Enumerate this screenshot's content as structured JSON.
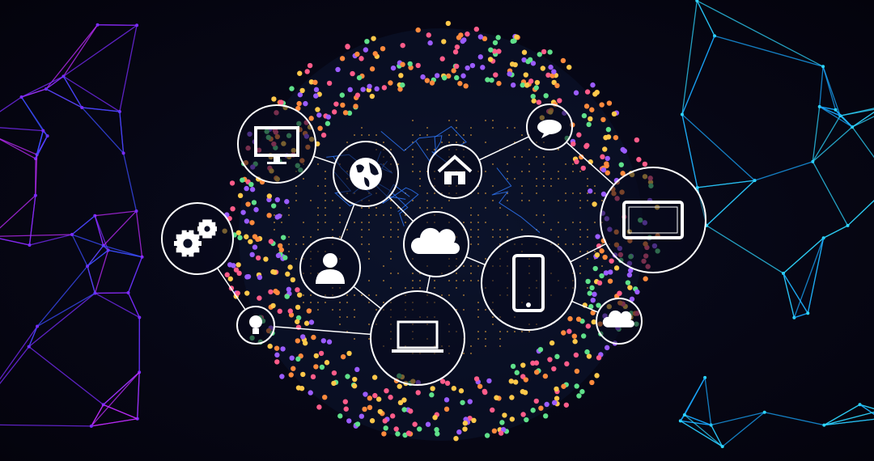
{
  "colors": {
    "background": "#05040f",
    "left_mesh": [
      "#7b2cff",
      "#3b4dff",
      "#c02cff"
    ],
    "right_mesh": [
      "#2fd6ff",
      "#1aa8ff"
    ],
    "node_outline": "#ffffff",
    "dots": [
      "#ff8a3d",
      "#5fe08a",
      "#9b5cff",
      "#ff5c8a",
      "#ffc84a"
    ],
    "map_lines": "#2f7bff",
    "grid_dots": "#ffb23d"
  },
  "nodes": [
    {
      "id": "monitor",
      "icon": "desktop-monitor-icon"
    },
    {
      "id": "globe",
      "icon": "globe-icon"
    },
    {
      "id": "house",
      "icon": "house-icon"
    },
    {
      "id": "speech",
      "icon": "speech-bubble-icon"
    },
    {
      "id": "tablet",
      "icon": "tablet-icon"
    },
    {
      "id": "gears",
      "icon": "gears-icon"
    },
    {
      "id": "cloud",
      "icon": "cloud-icon"
    },
    {
      "id": "person",
      "icon": "user-icon"
    },
    {
      "id": "phone",
      "icon": "smartphone-icon"
    },
    {
      "id": "bulb",
      "icon": "lightbulb-icon"
    },
    {
      "id": "laptop",
      "icon": "laptop-icon"
    },
    {
      "id": "smallcloud",
      "icon": "cloud-icon"
    }
  ]
}
